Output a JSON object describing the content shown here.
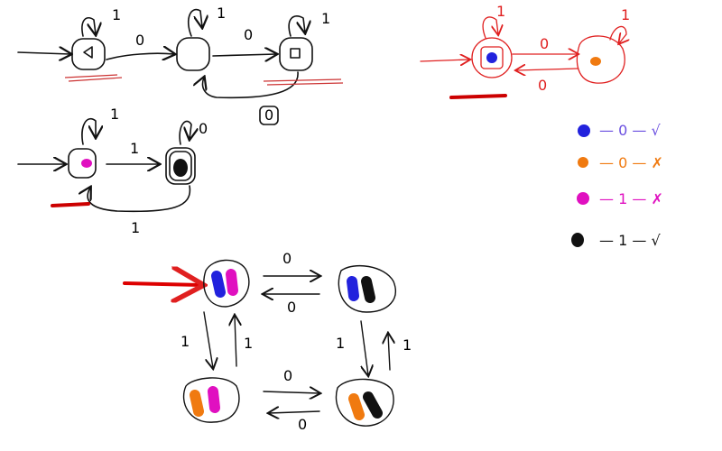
{
  "colors": {
    "ink": "#111111",
    "red": "#e02020",
    "underline": "#cc0000",
    "blue": "#2222dd",
    "orange": "#f07a10",
    "magenta": "#e010c0",
    "purple": "#6a4fe0"
  },
  "automaton1": {
    "labels": {
      "loop1": "1",
      "edge12": "0",
      "loop2": "1",
      "edge23": "0",
      "loop3": "1",
      "edge31": "0"
    }
  },
  "automaton2": {
    "labels": {
      "loop1": "1",
      "edge12": "1",
      "loop2": "0",
      "edge21": "1"
    }
  },
  "automaton3": {
    "labels": {
      "loop1": "1",
      "edge12": "0",
      "edge21": "0",
      "loop2": "1"
    }
  },
  "legend": [
    {
      "color": "blue",
      "text": "— 0 — √"
    },
    {
      "color": "orange",
      "text": "— 0 — ✗"
    },
    {
      "color": "magenta",
      "text": "— 1 — ✗"
    },
    {
      "color": "black",
      "text": "— 1 — √"
    }
  ],
  "product": {
    "labels": {
      "top_right": "0",
      "top_left": "0",
      "left_down": "1",
      "left_up": "1",
      "right_down": "1",
      "right_up": "1",
      "bottom_right": "0",
      "bottom_left": "0"
    }
  }
}
